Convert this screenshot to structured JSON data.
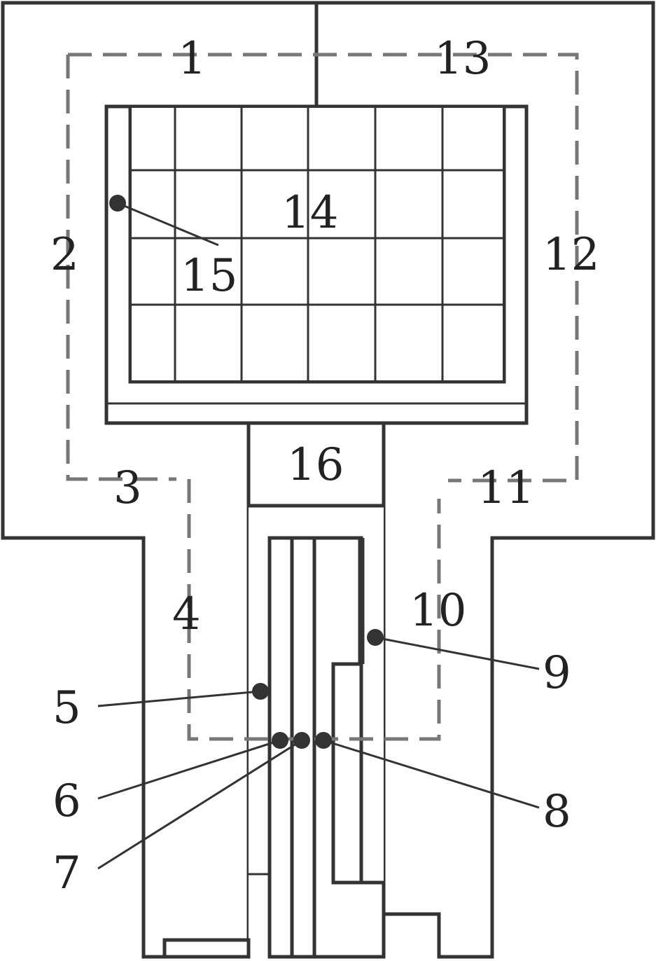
{
  "labels": {
    "l1": "1",
    "l2": "2",
    "l3": "3",
    "l4": "4",
    "l5": "5",
    "l6": "6",
    "l7": "7",
    "l8": "8",
    "l9": "9",
    "l10": "10",
    "l11": "11",
    "l12": "12",
    "l13": "13",
    "l14": "14",
    "l15": "15",
    "l16": "16"
  },
  "colors": {
    "stroke": "#333333",
    "dashed_boundary": "#777777",
    "background": "#ffffff"
  }
}
